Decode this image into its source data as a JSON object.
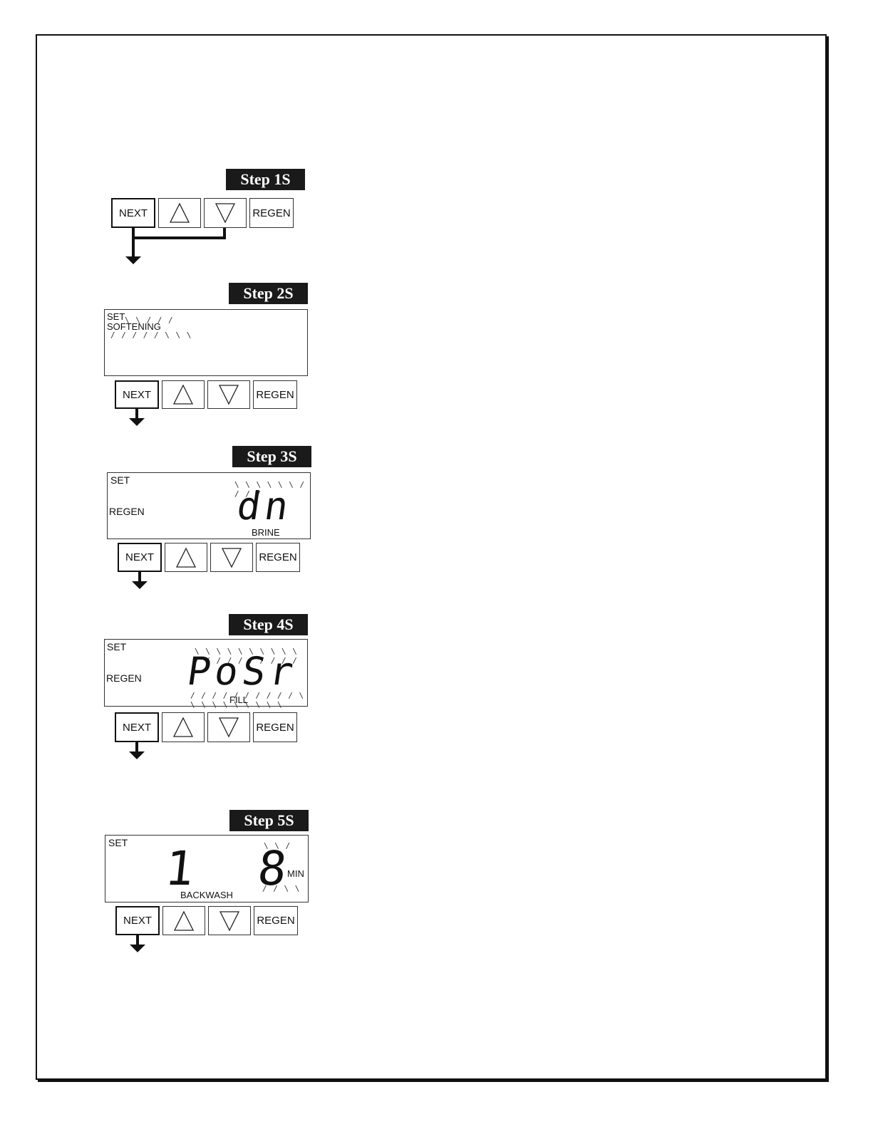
{
  "steps": [
    {
      "label": "Step 1S"
    },
    {
      "label": "Step 2S",
      "lcd": {
        "line1": "SET",
        "line2": "SOFTENING"
      }
    },
    {
      "label": "Step 3S",
      "lcd": {
        "set": "SET",
        "regen": "REGEN",
        "main": "dn",
        "bottom": "BRINE"
      }
    },
    {
      "label": "Step 4S",
      "lcd": {
        "set": "SET",
        "regen": "REGEN",
        "main": "PoSr",
        "bottom": "FILL"
      }
    },
    {
      "label": "Step 5S",
      "lcd": {
        "set": "SET",
        "digit1": "1",
        "digit2": "8",
        "unit": "MIN",
        "bottom": "BACKWASH"
      }
    }
  ],
  "buttons": {
    "next": "NEXT",
    "up": "up-triangle-icon",
    "down": "down-triangle-icon",
    "regen": "REGEN"
  }
}
